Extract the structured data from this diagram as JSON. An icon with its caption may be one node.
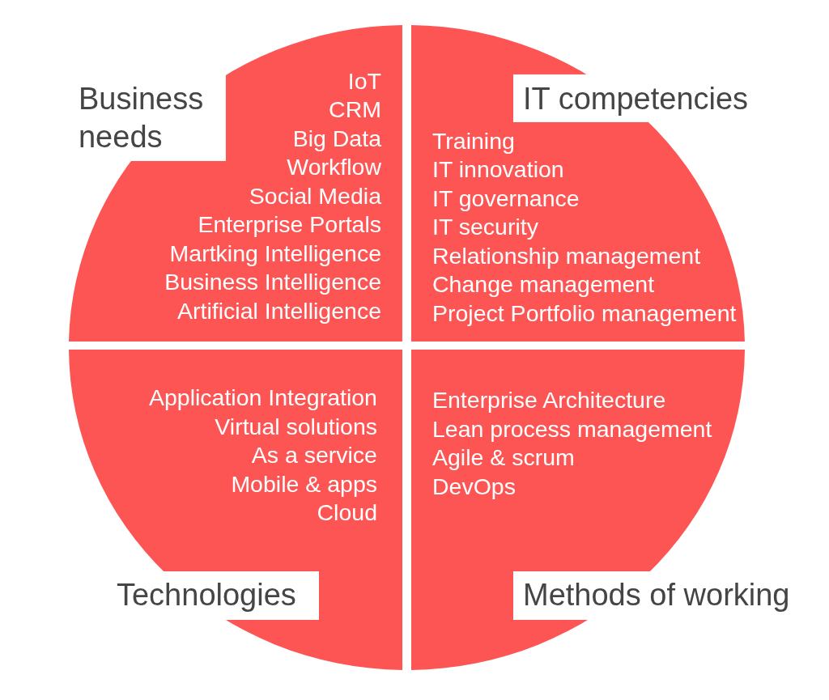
{
  "diagram": {
    "nodes": [
      {
        "text": [
          "Business needs",
          "IoT",
          "CRM",
          "Big Data",
          "Workflow",
          "Social Media",
          "Enterprise Portals",
          "Martking Intelligence",
          "Business Intelligence",
          "Artificial Intelligence"
        ]
      },
      {
        "text": [
          "IT competencies",
          "Training",
          "IT innovation",
          "IT governance",
          "IT security",
          "Relationship management",
          "Change management",
          "Project Portfolio management"
        ]
      },
      {
        "text": [
          "Technologies",
          "Application Integration",
          "Virtual solutions",
          "As a service",
          "Mobile & apps",
          "Cloud"
        ]
      },
      {
        "text": [
          "Methods of working",
          "Enterprise Architecture",
          "Lean process management",
          "Agile & scrum",
          "DevOps"
        ]
      }
    ]
  }
}
